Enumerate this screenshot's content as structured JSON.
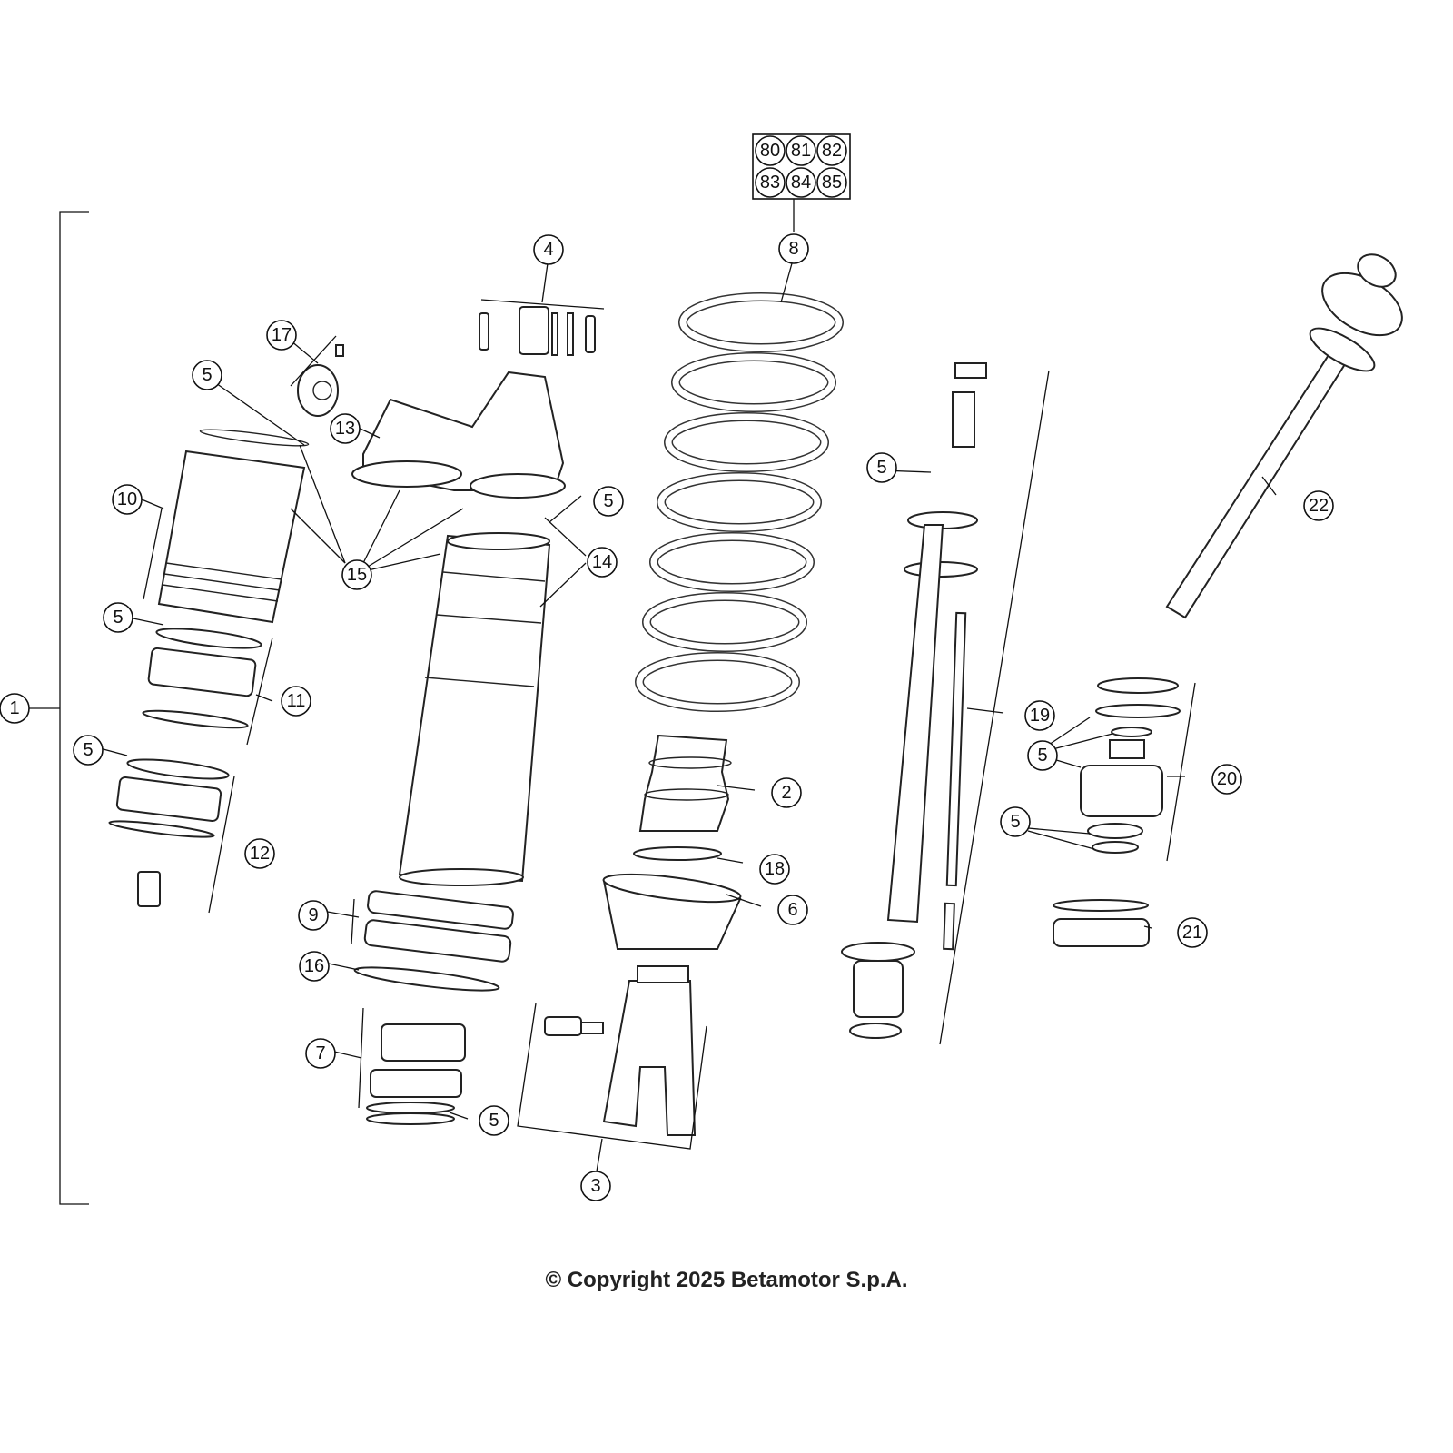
{
  "diagram": {
    "type": "exploded-parts-diagram",
    "callouts": [
      "1",
      "2",
      "3",
      "4",
      "5",
      "5",
      "5",
      "5",
      "5",
      "5",
      "5",
      "5",
      "6",
      "7",
      "8",
      "9",
      "10",
      "11",
      "12",
      "13",
      "14",
      "15",
      "16",
      "17",
      "18",
      "19",
      "20",
      "21",
      "22"
    ],
    "kit_box": [
      "80",
      "81",
      "82",
      "83",
      "84",
      "85"
    ]
  },
  "footer": {
    "copyright": "© Copyright 2025 Betamotor S.p.A."
  }
}
